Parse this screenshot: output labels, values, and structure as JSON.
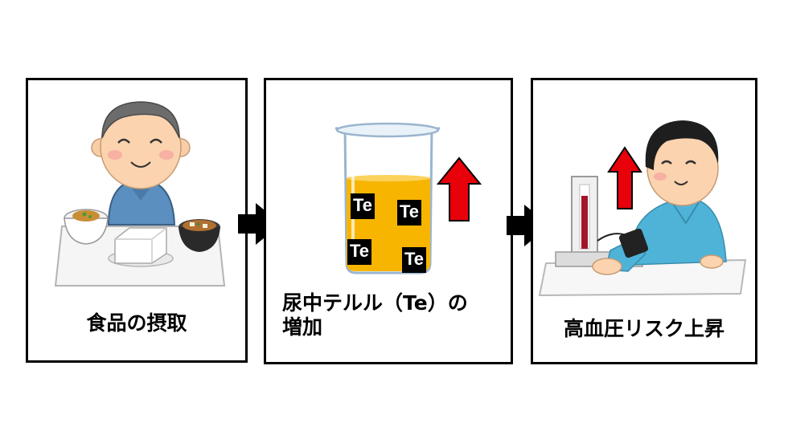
{
  "steps": [
    {
      "caption_lines": [
        "食品の摂取"
      ]
    },
    {
      "caption_lines": [
        "尿中テルル（Te）の",
        "増加"
      ],
      "marker_labels": [
        "Te",
        "Te",
        "Te",
        "Te"
      ]
    },
    {
      "caption_lines": [
        "高血圧リスク上昇"
      ]
    }
  ],
  "colors": {
    "increase_arrow": "#e8000b",
    "urine": "#f7b500",
    "blood_column": "#a3152a"
  },
  "icons": [
    "elderly-man-eating-icon",
    "beaker-icon",
    "increase-arrow-icon",
    "man-blood-pressure-icon",
    "flow-arrow-icon"
  ]
}
